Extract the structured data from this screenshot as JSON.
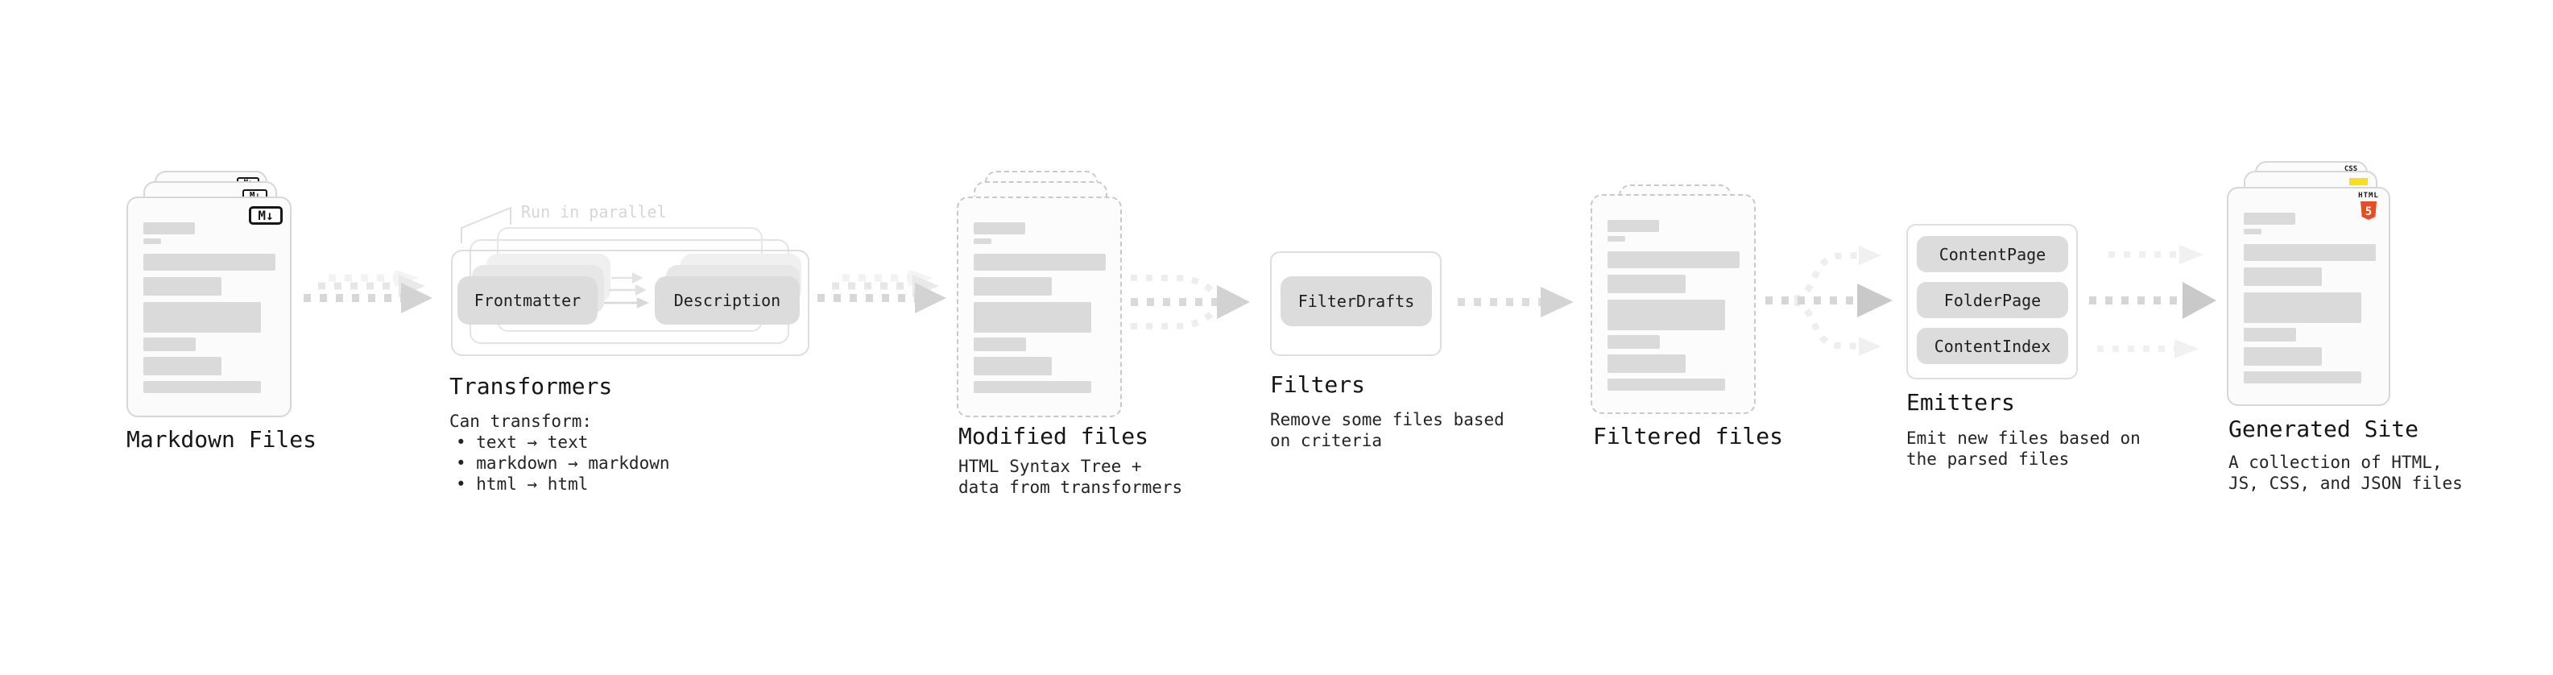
{
  "stages": {
    "markdown": {
      "title": "Markdown Files",
      "badge": "M↓"
    },
    "transformers": {
      "title": "Transformers",
      "note": "Run in parallel",
      "pill_left": "Frontmatter",
      "pill_right": "Description",
      "caption": "Can transform:",
      "bullets": [
        "• text → text",
        "• markdown → markdown",
        "• html → html"
      ]
    },
    "modified": {
      "title": "Modified files",
      "caption": "HTML Syntax Tree +\ndata from transformers"
    },
    "filters": {
      "title": "Filters",
      "pill": "FilterDrafts",
      "caption": "Remove some files based\non criteria"
    },
    "filtered": {
      "title": "Filtered files"
    },
    "emitters": {
      "title": "Emitters",
      "pills": [
        "ContentPage",
        "FolderPage",
        "ContentIndex"
      ],
      "caption": "Emit new files based on\nthe parsed files"
    },
    "generated": {
      "title": "Generated Site",
      "caption": "A collection of HTML,\nJS, CSS, and JSON files",
      "html5_label": "HTML",
      "html5_number": "5",
      "css_label": "CSS"
    }
  },
  "colors": {
    "html5_orange": "#e44d26",
    "js_yellow": "#f7df1e",
    "css_blue": "#2d65f1",
    "bar_gray": "#dadada",
    "pill_gray": "#dcdcdc",
    "arrow_gray": "#d2d2d2",
    "ghost_arrow_gray": "#ececec"
  }
}
